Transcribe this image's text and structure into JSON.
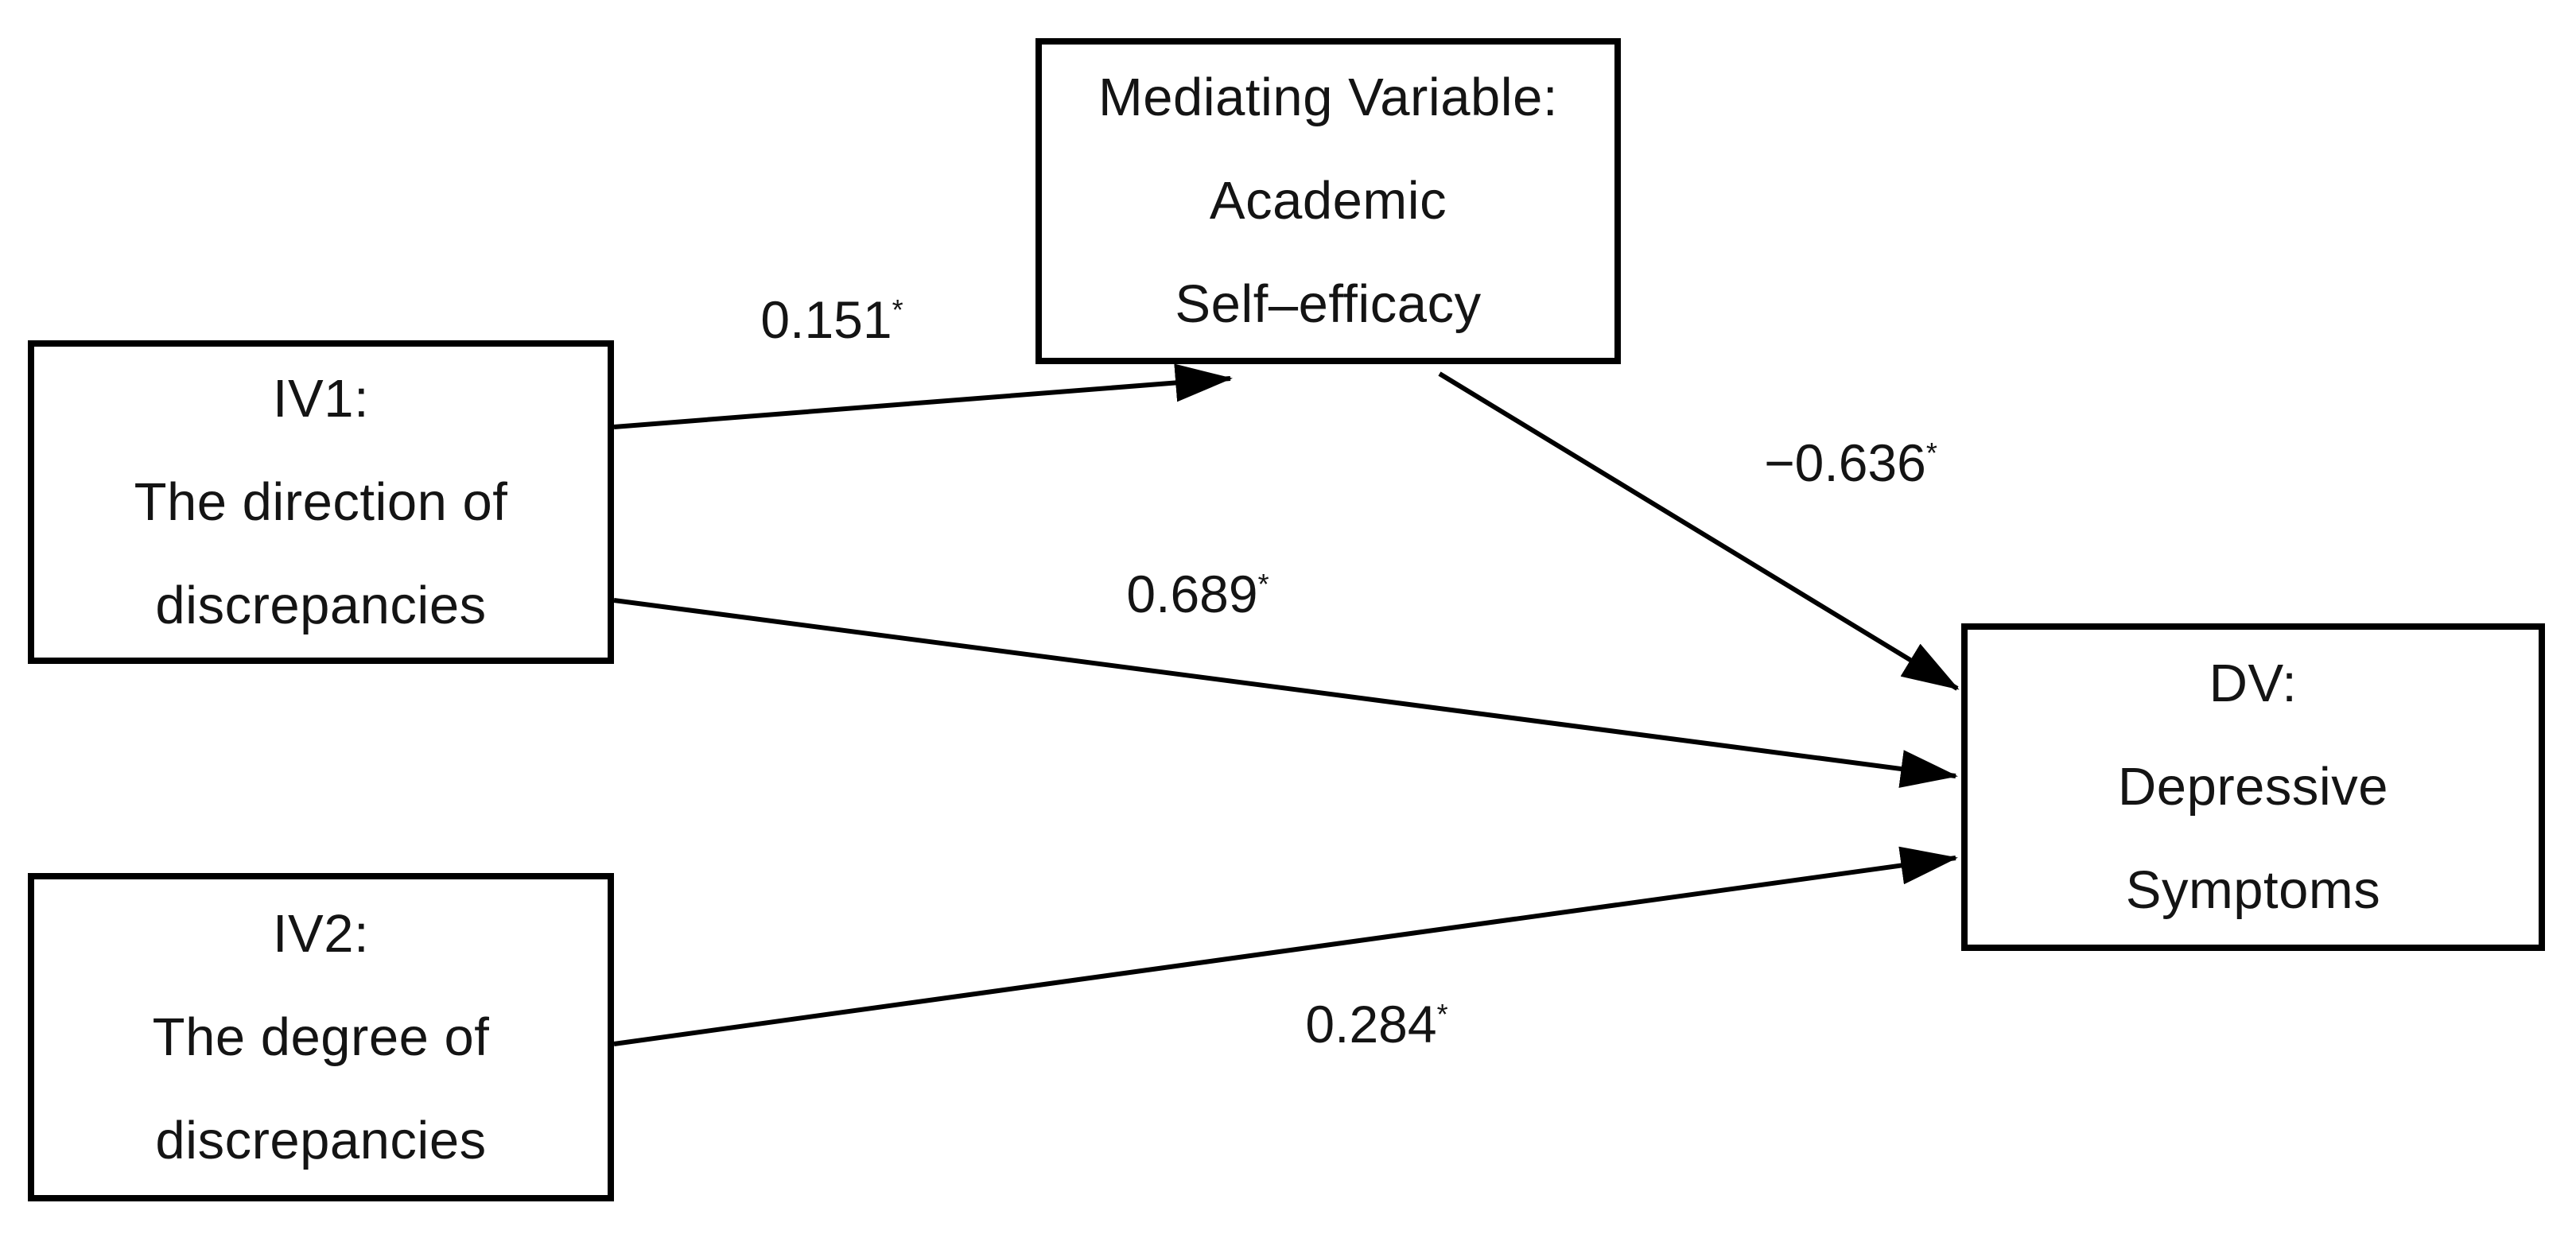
{
  "figure": {
    "type": "mediation-path-diagram",
    "background_color": "#ffffff",
    "stroke_color": "#000000"
  },
  "nodes": {
    "iv1": {
      "role": "independent-variable-1",
      "lines": [
        "IV1:",
        "The direction of",
        "discrepancies"
      ]
    },
    "iv2": {
      "role": "independent-variable-2",
      "lines": [
        "IV2:",
        "The degree of",
        "discrepancies"
      ]
    },
    "mediator": {
      "role": "mediating-variable",
      "lines": [
        "Mediating Variable:",
        "Academic",
        "Self–efficacy"
      ]
    },
    "dv": {
      "role": "dependent-variable",
      "lines": [
        "DV:",
        "Depressive",
        "Symptoms"
      ]
    }
  },
  "edges": {
    "iv1_mediator": {
      "from": "iv1",
      "to": "mediator",
      "coefficient": "0.151",
      "significance": "*"
    },
    "mediator_dv": {
      "from": "mediator",
      "to": "dv",
      "coefficient": "−0.636",
      "significance": "*"
    },
    "iv1_dv": {
      "from": "iv1",
      "to": "dv",
      "coefficient": "0.689",
      "significance": "*"
    },
    "iv2_dv": {
      "from": "iv2",
      "to": "dv",
      "coefficient": "0.284",
      "significance": "*"
    }
  }
}
